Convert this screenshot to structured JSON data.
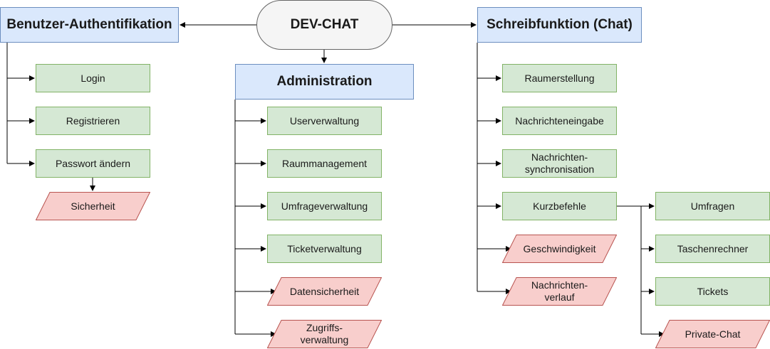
{
  "root": {
    "label": "DEV-CHAT"
  },
  "auth": {
    "title": "Benutzer-Authentifikation",
    "children": [
      "Login",
      "Registrieren",
      "Passwort ändern"
    ],
    "security": "Sicherheit"
  },
  "admin": {
    "title": "Administration",
    "children": [
      "Userverwaltung",
      "Raummanagement",
      "Umfrageverwaltung",
      "Ticketverwaltung"
    ],
    "notes": [
      "Datensicherheit",
      "Zugriffs-\nverwaltung"
    ]
  },
  "chat": {
    "title": "Schreibfunktion (Chat)",
    "children": [
      "Raumerstellung",
      "Nachrichteneingabe",
      "Nachrichten-\nsynchronisation",
      "Kurzbefehle"
    ],
    "notes": [
      "Geschwindigkeit",
      "Nachrichten-\nverlauf"
    ]
  },
  "commands": {
    "children": [
      "Umfragen",
      "Taschenrechner",
      "Tickets"
    ],
    "note": "Private-Chat"
  },
  "colors": {
    "blue_fill": "#dae8fc",
    "blue_stroke": "#6c8ebf",
    "green_fill": "#d5e8d4",
    "green_stroke": "#82b366",
    "red_fill": "#f8cecc",
    "red_stroke": "#b85450",
    "root_fill": "#f5f5f5",
    "root_stroke": "#666666"
  }
}
